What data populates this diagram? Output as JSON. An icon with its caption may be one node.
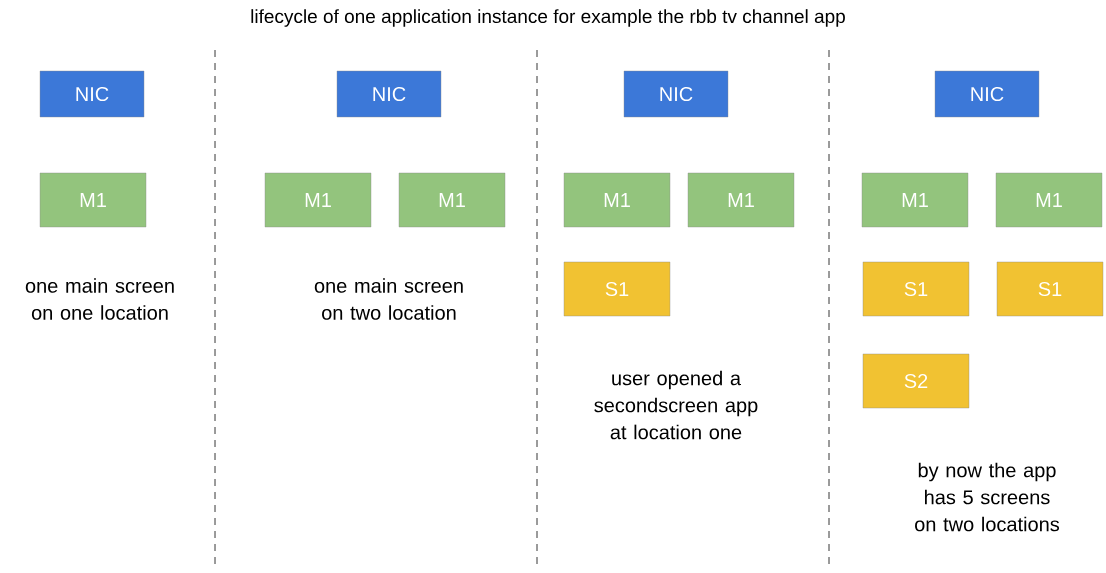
{
  "diagram": {
    "title": "lifecycle of one application instance for example the rbb  tv channel app",
    "nodes": [
      {
        "text": [
          "NIC"
        ]
      },
      {
        "text": [
          "M1"
        ]
      },
      {
        "text": [
          "NIC"
        ]
      },
      {
        "text": [
          "M1"
        ]
      },
      {
        "text": [
          "M1"
        ]
      },
      {
        "text": [
          "NIC"
        ]
      },
      {
        "text": [
          "M1"
        ]
      },
      {
        "text": [
          "M1"
        ]
      },
      {
        "text": [
          "S1"
        ]
      },
      {
        "text": [
          "NIC"
        ]
      },
      {
        "text": [
          "M1"
        ]
      },
      {
        "text": [
          "M1"
        ]
      },
      {
        "text": [
          "S1"
        ]
      },
      {
        "text": [
          "S1"
        ]
      },
      {
        "text": [
          "S2"
        ]
      }
    ],
    "labels": [
      "one main screen on one location",
      "one main screen on two location",
      "user opened a secondscreen app at location one",
      "by now the app has 5 screens on two locations"
    ]
  }
}
